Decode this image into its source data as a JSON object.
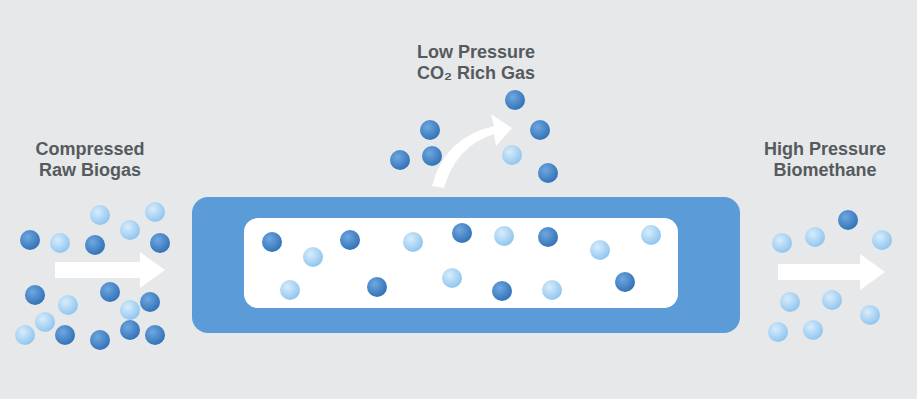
{
  "diagram": {
    "labels": [
      "Compressed Raw Biogas",
      "Low Pressure CO₂ Rich Gas",
      "High Pressure Biomethane"
    ]
  }
}
